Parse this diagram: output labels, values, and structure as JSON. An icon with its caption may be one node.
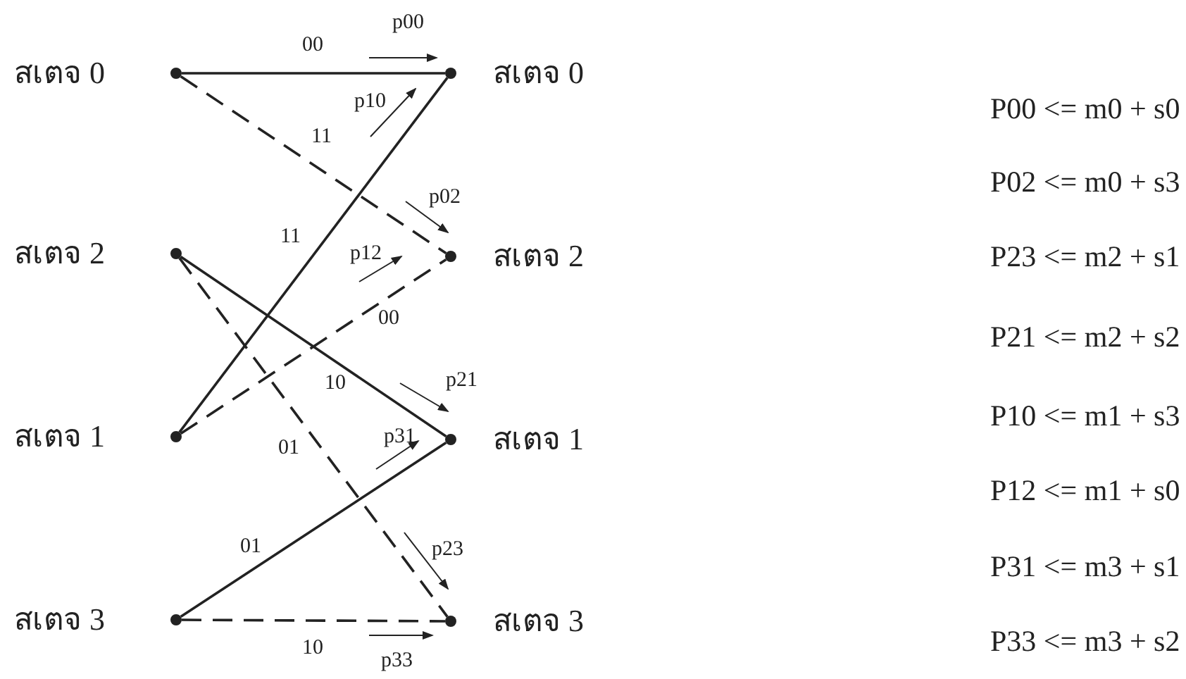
{
  "diagram": {
    "nodes": [
      {
        "text": [],
        "shape": "circle",
        "beside": [
          "สเตจ 0"
        ]
      },
      {
        "text": [],
        "shape": "circle",
        "beside": [
          "สเตจ 2"
        ]
      },
      {
        "text": [],
        "shape": "circle",
        "beside": [
          "สเตจ 1"
        ]
      },
      {
        "text": [],
        "shape": "circle",
        "beside": [
          "สเตจ 3"
        ]
      },
      {
        "text": [],
        "shape": "circle",
        "beside": [
          "สเตจ 0"
        ]
      },
      {
        "text": [],
        "shape": "circle",
        "beside": [
          "สเตจ 2"
        ]
      },
      {
        "text": [],
        "shape": "circle",
        "beside": [
          "สเตจ 1"
        ]
      },
      {
        "text": [],
        "shape": "circle",
        "beside": [
          "สเตจ 3"
        ]
      }
    ],
    "edges": [
      {
        "from": 0,
        "to": 4,
        "arrow": "none",
        "label": "00"
      },
      {
        "from": 0,
        "to": 5,
        "arrow": "none",
        "label": "11",
        "style": "dashed"
      },
      {
        "from": 2,
        "to": 4,
        "arrow": "none",
        "label": "11"
      },
      {
        "from": 2,
        "to": 5,
        "arrow": "none",
        "label": "00",
        "style": "dashed"
      },
      {
        "from": 1,
        "to": 6,
        "arrow": "none",
        "label": "10"
      },
      {
        "from": 1,
        "to": 7,
        "arrow": "none",
        "label": "01",
        "style": "dashed"
      },
      {
        "from": 3,
        "to": 6,
        "arrow": "none",
        "label": "01"
      },
      {
        "from": 3,
        "to": 7,
        "arrow": "none",
        "label": "10",
        "style": "dashed"
      }
    ],
    "labels": [
      "p00",
      "p10",
      "p02",
      "p12",
      "p21",
      "p31",
      "p23",
      "p33",
      "P00 <= m0 + s0",
      "P02 <= m0 + s3",
      "P23 <= m2 + s1",
      "P21 <= m2 + s2",
      "P10 <= m1 + s3",
      "P12 <= m1 + s0",
      "P31 <= m3 + s1",
      "P33 <= m3 + s2"
    ]
  }
}
